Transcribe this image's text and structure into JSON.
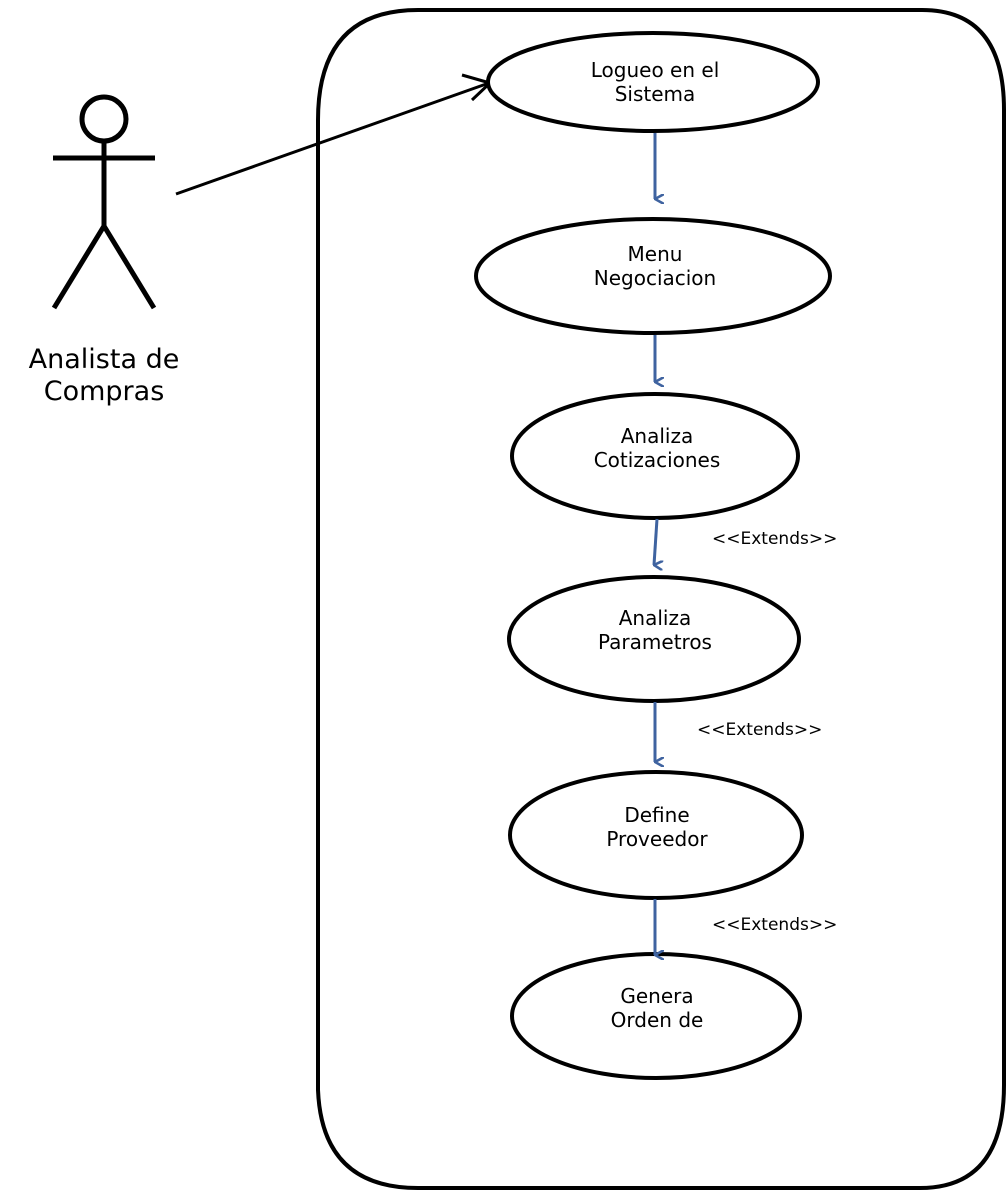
{
  "actor": {
    "name_line1": "Analista de",
    "name_line2": "Compras"
  },
  "use_cases": [
    {
      "line1": "Logueo en el",
      "line2": "Sistema"
    },
    {
      "line1": "Menu",
      "line2": "Negociacion"
    },
    {
      "line1": "Analiza",
      "line2": "Cotizaciones"
    },
    {
      "line1": "Analiza",
      "line2": "Parametros"
    },
    {
      "line1": "Define",
      "line2": "Proveedor"
    },
    {
      "line1": "Genera",
      "line2": "Orden de"
    }
  ],
  "relations": {
    "extends_1": "<<Extends>>",
    "extends_2": "<<Extends>>",
    "extends_3": "<<Extends>>"
  },
  "colors": {
    "flow_arrow": "#3f63a0",
    "outline": "#000000"
  }
}
